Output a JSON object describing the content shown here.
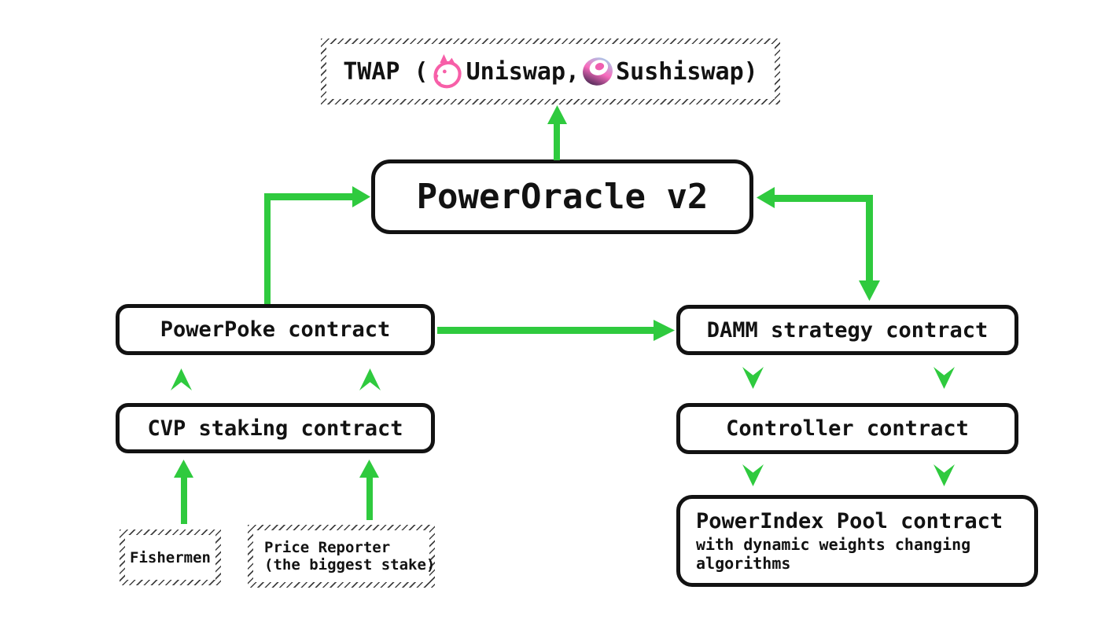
{
  "colors": {
    "arrow_green": "#2fca3e",
    "box_border": "#121212",
    "uniswap_pink": "#f75fa8",
    "sushi_gradient_top": "#8ee9f7",
    "sushi_gradient_mid": "#f96bbe",
    "sushi_gradient_bottom": "#141432"
  },
  "nodes": {
    "twap": {
      "prefix": "TWAP (",
      "uniswap_label": "Uniswap,",
      "sushiswap_label": "Sushiswap)"
    },
    "power_oracle": {
      "label": "PowerOracle v2"
    },
    "power_poke": {
      "label": "PowerPoke contract"
    },
    "cvp_staking": {
      "label": "CVP staking contract"
    },
    "fishermen": {
      "label": "Fishermen"
    },
    "price_reporter": {
      "line1": "Price Reporter",
      "line2": "(the biggest stake)"
    },
    "damm_strategy": {
      "label": "DAMM strategy contract"
    },
    "controller": {
      "label": "Controller contract"
    },
    "power_index": {
      "title": "PowerIndex Pool contract",
      "subtitle": "with dynamic weights changing algorithms"
    }
  },
  "icons": {
    "uniswap": "uniswap-unicorn-icon",
    "sushiswap": "sushiswap-sushi-icon"
  }
}
